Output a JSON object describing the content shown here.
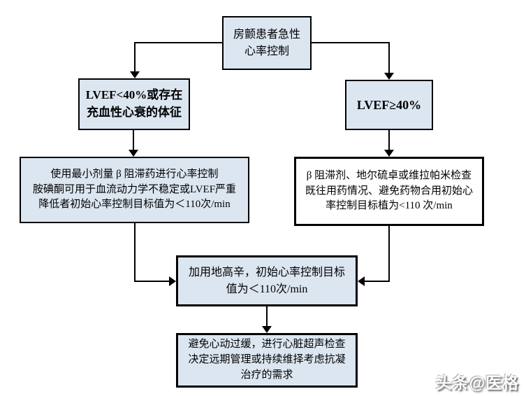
{
  "page": {
    "background_color": "#ffffff",
    "box_fill_color": "#dce6f1",
    "box_border_color": "#000000"
  },
  "flowchart": {
    "boxes": {
      "root": {
        "label": "房颤患者急性\n心率控制"
      },
      "lvef_low": {
        "label": "LVEF<40%或存在\n充血性心衰的体征"
      },
      "lvef_high": {
        "label": "LVEF≥40%"
      },
      "low_treatment": {
        "label": "使用最小剂量 β 阻滞药进行心率控制\n胺碘酮可用于血流动力学不稳定或LVEF严重\n降低者初始心率控制目标值为＜110次/min"
      },
      "high_treatment": {
        "label": "β 阻滞剂、地尔硫卓或维拉帕米检查\n既往用药情况、避免药物合用初始心\n率控制目标植为<110 次/min"
      },
      "digoxin": {
        "label": "加用地高辛，初始心率控制目标\n值为＜110次/min"
      },
      "final": {
        "label": "避免心动过缓，进行心脏超声检查\n决定远期管理或持续维择考虑抗凝\n治疗的需求"
      }
    }
  },
  "watermark": {
    "text": "头条@医格"
  }
}
